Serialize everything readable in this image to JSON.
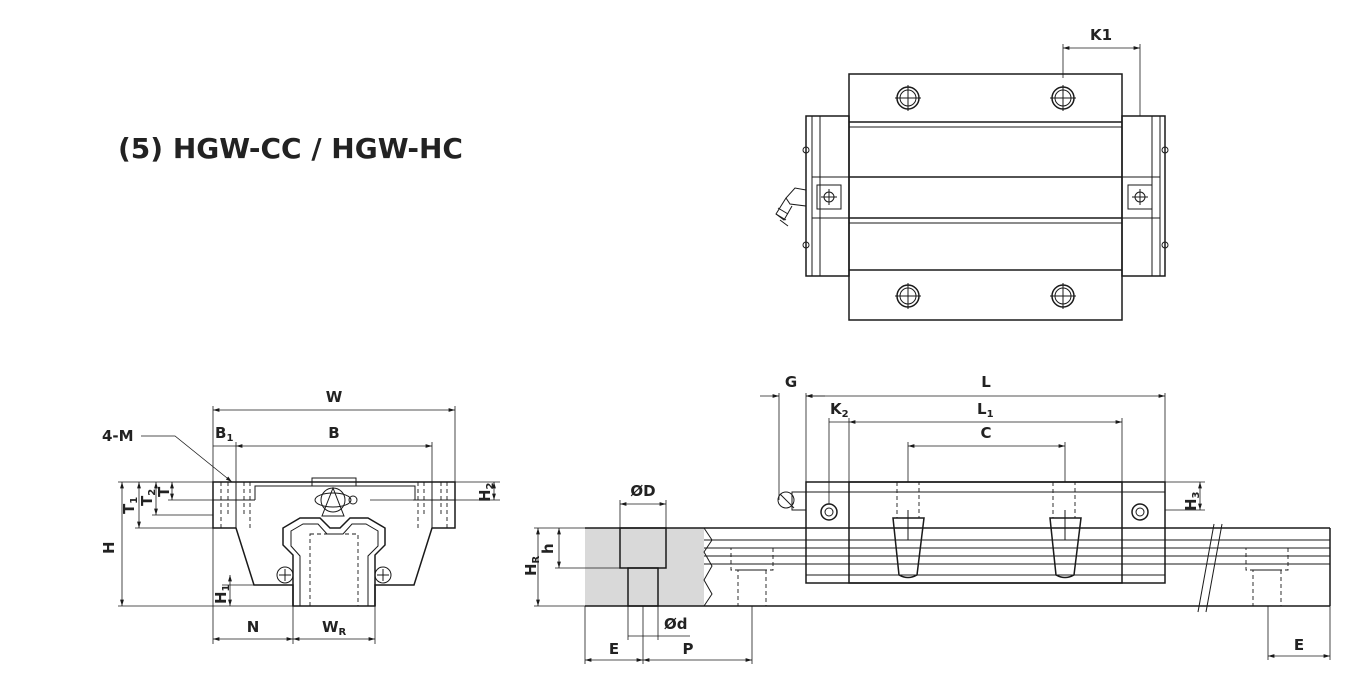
{
  "title": "(5) HGW-CC / HGW-HC",
  "labels": {
    "K1": "K1",
    "W": "W",
    "B1": "B",
    "B1_sub": "1",
    "B": "B",
    "four_m": "4-M",
    "T1": "T",
    "T1_sub": "1",
    "T2": "T",
    "T2_sub": "2",
    "T": "T",
    "H": "H",
    "H1": "H",
    "H1_sub": "1",
    "H2": "H",
    "H2_sub": "2",
    "N": "N",
    "WR": "W",
    "WR_sub": "R",
    "G": "G",
    "L": "L",
    "K2": "K",
    "K2_sub": "2",
    "L1": "L",
    "L1_sub": "1",
    "C": "C",
    "H3": "H",
    "H3_sub": "3",
    "phiD": "ØD",
    "h": "h",
    "HR": "H",
    "HR_sub": "R",
    "phid": "Ød",
    "E_left": "E",
    "P": "P",
    "E_right": "E"
  }
}
